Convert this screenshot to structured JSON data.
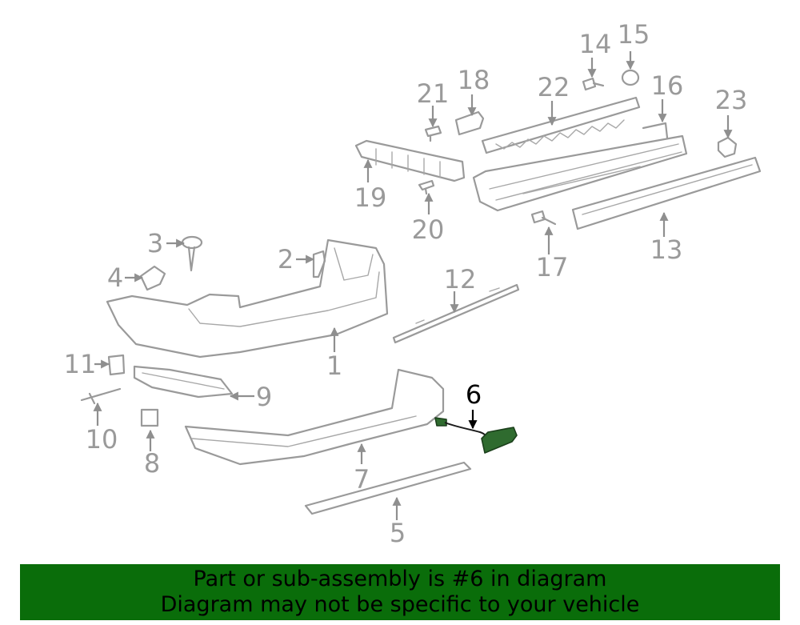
{
  "diagram": {
    "highlight_color": "#2f6b2f",
    "highlighted_callout": "6",
    "callouts": {
      "c1": "1",
      "c2": "2",
      "c3": "3",
      "c4": "4",
      "c5": "5",
      "c6": "6",
      "c7": "7",
      "c8": "8",
      "c9": "9",
      "c10": "10",
      "c11": "11",
      "c12": "12",
      "c13": "13",
      "c14": "14",
      "c15": "15",
      "c16": "16",
      "c17": "17",
      "c18": "18",
      "c19": "19",
      "c20": "20",
      "c21": "21",
      "c22": "22",
      "c23": "23"
    }
  },
  "banner": {
    "line1": "Part or sub-assembly is #6 in diagram",
    "line2": "Diagram may not be specific to your vehicle",
    "background": "#0a6d0a"
  }
}
